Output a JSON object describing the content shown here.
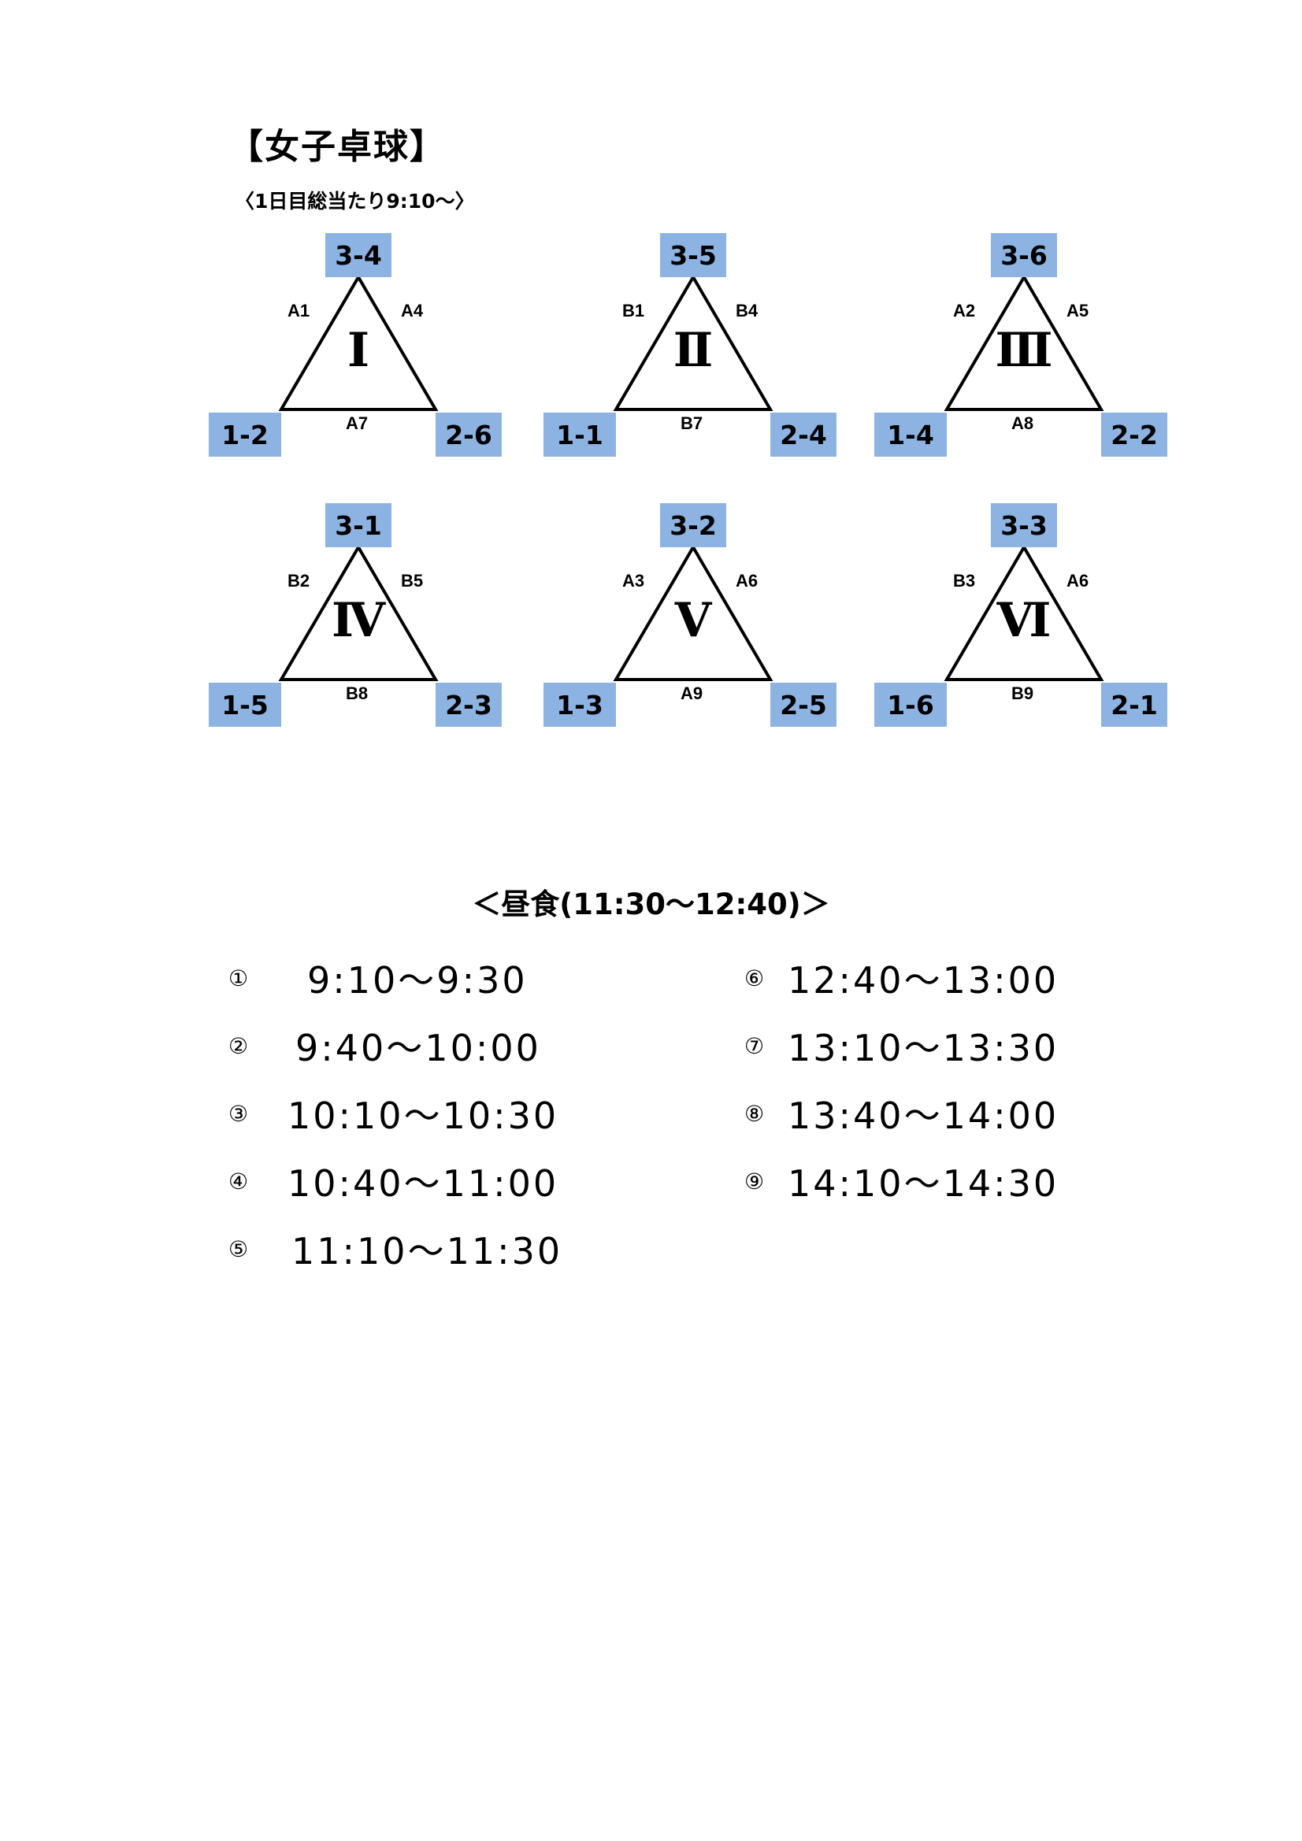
{
  "header": {
    "title": "【女子卓球】",
    "subtitle": "〈1日目総当たり9:10～〉"
  },
  "groups": [
    {
      "numeral": "Ⅰ",
      "top_team": "3-4",
      "left_team": "1-2",
      "right_team": "2-6",
      "left_match": "A1",
      "right_match": "A4",
      "bottom_match": "A7"
    },
    {
      "numeral": "Ⅱ",
      "top_team": "3-5",
      "left_team": "1-1",
      "right_team": "2-4",
      "left_match": "B1",
      "right_match": "B4",
      "bottom_match": "B7"
    },
    {
      "numeral": "Ⅲ",
      "top_team": "3-6",
      "left_team": "1-4",
      "right_team": "2-2",
      "left_match": "A2",
      "right_match": "A5",
      "bottom_match": "A8"
    },
    {
      "numeral": "Ⅳ",
      "top_team": "3-1",
      "left_team": "1-5",
      "right_team": "2-3",
      "left_match": "B2",
      "right_match": "B5",
      "bottom_match": "B8"
    },
    {
      "numeral": "Ⅴ",
      "top_team": "3-2",
      "left_team": "1-3",
      "right_team": "2-5",
      "left_match": "A3",
      "right_match": "A6",
      "bottom_match": "A9"
    },
    {
      "numeral": "Ⅵ",
      "top_team": "3-3",
      "left_team": "1-6",
      "right_team": "2-1",
      "left_match": "B3",
      "right_match": "A6",
      "bottom_match": "B9"
    }
  ],
  "lunch": "＜昼食(11:30～12:40)＞",
  "schedule": [
    {
      "num": "①",
      "time": "9:10～9:30"
    },
    {
      "num": "②",
      "time": "9:40～10:00"
    },
    {
      "num": "③",
      "time": "10:10～10:30"
    },
    {
      "num": "④",
      "time": "10:40～11:00"
    },
    {
      "num": "⑤",
      "time": "11:10～11:30"
    },
    {
      "num": "⑥",
      "time": "12:40～13:00"
    },
    {
      "num": "⑦",
      "time": "13:10～13:30"
    },
    {
      "num": "⑧",
      "time": "13:40～14:00"
    },
    {
      "num": "⑨",
      "time": "14:10～14:30"
    }
  ]
}
